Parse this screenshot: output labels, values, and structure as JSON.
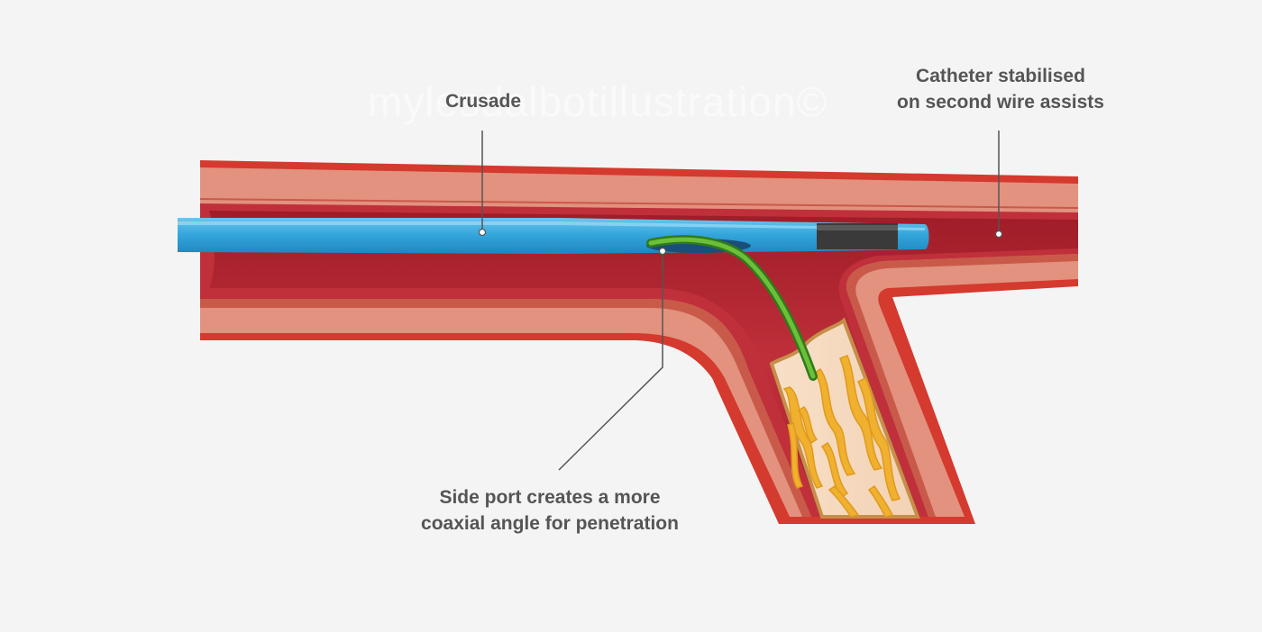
{
  "watermark": "mylesdalbotillustration©",
  "labels": {
    "crusade": "Crusade",
    "catheter_line1": "Catheter stabilised",
    "catheter_line2": "on second wire assists",
    "sideport_line1": "Side port creates a more",
    "sideport_line2": "coaxial angle for penetration"
  },
  "colors": {
    "background": "#f4f4f4",
    "vessel_outer": "#d43a2e",
    "vessel_wall": "#e2927f",
    "vessel_lumen": "#b32430",
    "catheter": "#2a9fd8",
    "catheter_highlight": "#7fd0f2",
    "guidewire_green": "#5aae2e",
    "plaque": "#f0b030",
    "wire": "#555555",
    "text": "#555555"
  }
}
